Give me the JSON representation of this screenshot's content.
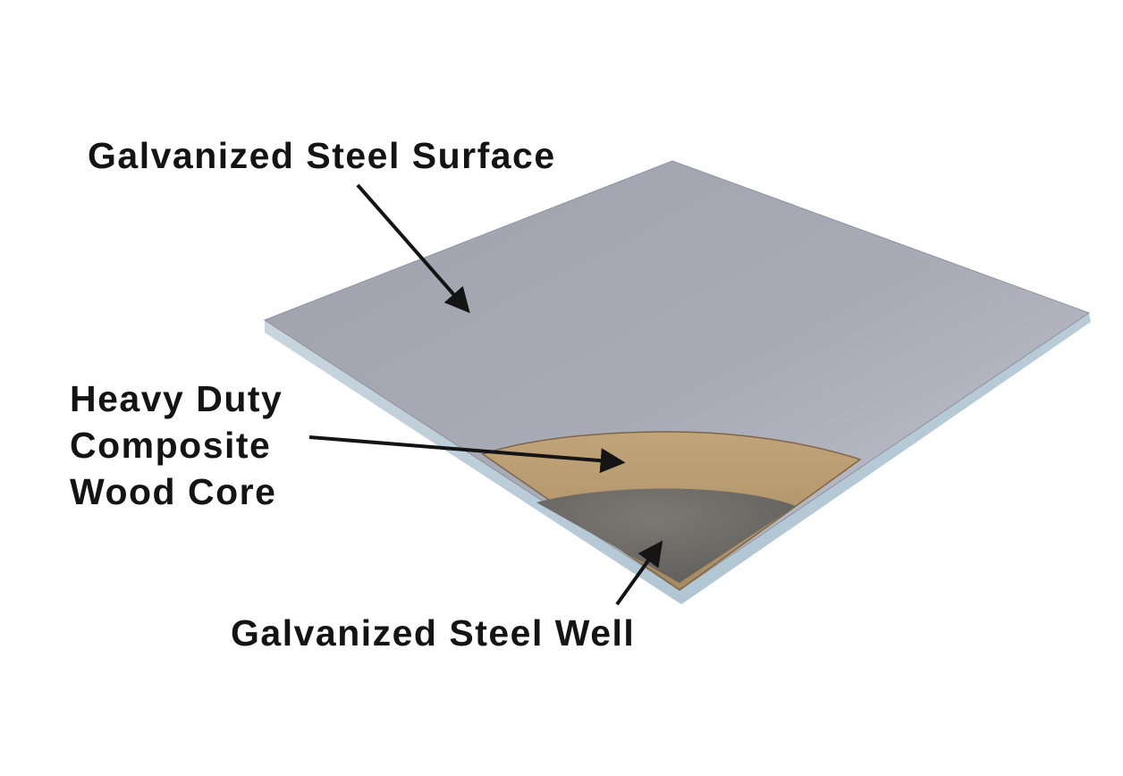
{
  "labels": {
    "surface": "Galvanized Steel Surface",
    "core_line1": "Heavy Duty",
    "core_line2": "Composite",
    "core_line3": "Wood Core",
    "well": "Galvanized Steel Well"
  },
  "colors": {
    "steel_surface": "#a3a5b0",
    "steel_edge": "#b5c9d6",
    "wood_core": "#b99a6e",
    "steel_well": "#6f6c68",
    "text": "#141414",
    "arrow": "#141414"
  }
}
